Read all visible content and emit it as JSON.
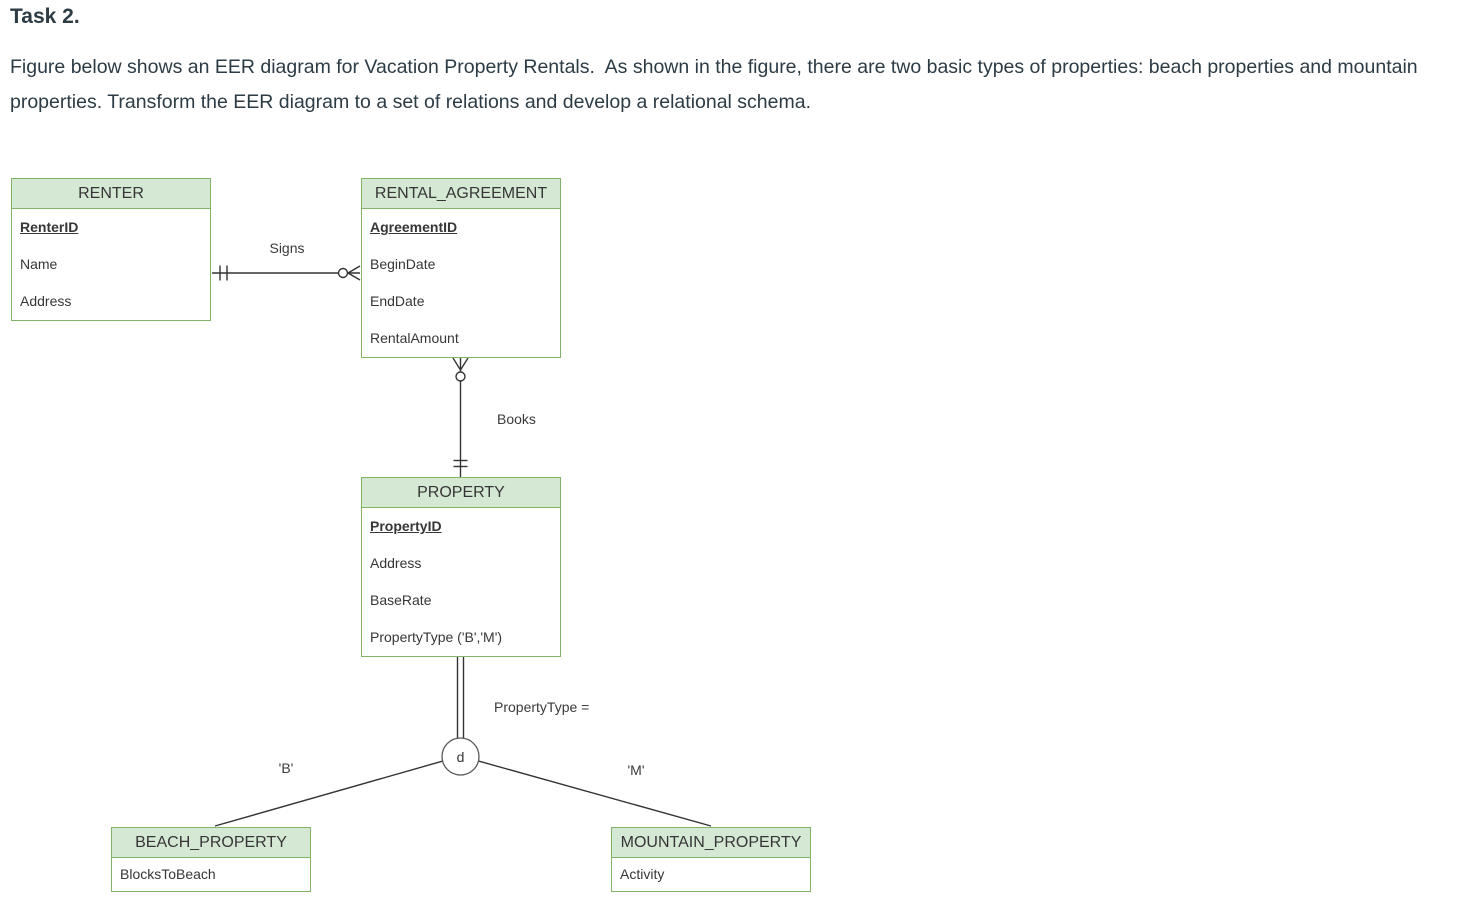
{
  "page": {
    "heading": "Task 2.",
    "intro": "Figure below shows an EER diagram for Vacation Property Rentals.  As shown in the figure, there are two basic types of properties: beach properties and mountain properties. Transform the EER diagram to a set of relations and develop a relational schema."
  },
  "colors": {
    "entity_header_fill": "#d5e8d4",
    "entity_border": "#82b366",
    "entity_body_fill": "#ffffff",
    "connector_stroke": "#333333",
    "text": "#363636"
  },
  "diagram": {
    "entities": {
      "renter": {
        "title": "RENTER",
        "attributes": [
          "RenterID",
          "Name",
          "Address"
        ]
      },
      "rental_agreement": {
        "title": "RENTAL_AGREEMENT",
        "attributes": [
          "AgreementID",
          "BeginDate",
          "EndDate",
          "RentalAmount"
        ]
      },
      "property": {
        "title": "PROPERTY",
        "attributes": [
          "PropertyID",
          "Address",
          "BaseRate",
          "PropertyType ('B','M')"
        ]
      },
      "beach_property": {
        "title": "BEACH_PROPERTY",
        "attributes": [
          "BlocksToBeach"
        ]
      },
      "mountain_property": {
        "title": "MOUNTAIN_PROPERTY",
        "attributes": [
          "Activity"
        ]
      }
    },
    "relationships": {
      "signs": {
        "label": "Signs"
      },
      "books": {
        "label": "Books"
      }
    },
    "subtype": {
      "discriminator": "d",
      "condition_label": "PropertyType =",
      "beach_value": "'B'",
      "mountain_value": "'M'"
    }
  }
}
